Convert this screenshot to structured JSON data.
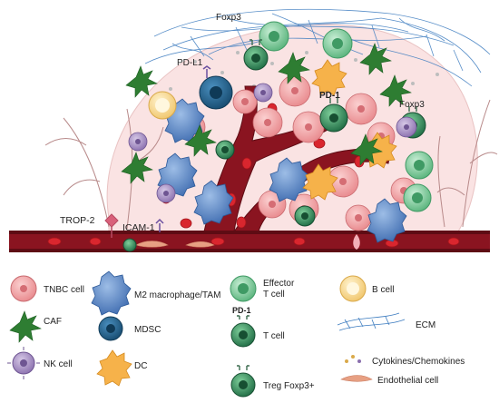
{
  "diagram": {
    "labels": {
      "foxp3_top": "Foxp3",
      "pd_l1": "PD-L1",
      "pd_1_top": "PD-1",
      "foxp3_right": "Foxp3",
      "trop2": "TROP-2",
      "icam1": "ICAM-1"
    }
  },
  "legend": {
    "tnbc": "TNBC cell",
    "caf": "CAF",
    "nk": "NK cell",
    "m2": "M2 macrophage/TAM",
    "mdsc": "MDSC",
    "dc": "DC",
    "effector_line1": "Effector",
    "effector_line2": "T cell",
    "pd1_label": "PD-1",
    "tcell": "T cell",
    "treg": "Treg Foxp3+",
    "bcell": "B cell",
    "ecm": "ECM",
    "cytokines": "Cytokines/Chemokines",
    "endothelial": "Endothelial cell"
  },
  "colors": {
    "tumor_pink": "#f2a6a6",
    "tumor_bg": "#f9dede",
    "vessel": "#8a1420",
    "vessel_dark": "#5e0c14",
    "rbc": "#d9262e",
    "caf_green": "#2e7d32",
    "m2_blue": "#5a86c5",
    "mdsc_teal": "#1d5f8a",
    "effector_green": "#6cc08b",
    "tcell_dark": "#2e8b57",
    "nk_purple": "#9a82b6",
    "dc_orange": "#f6b24a",
    "bcell_yellow": "#f7d98c",
    "ecm_blue": "#3b7bbf",
    "trop2": "#d9607a"
  }
}
